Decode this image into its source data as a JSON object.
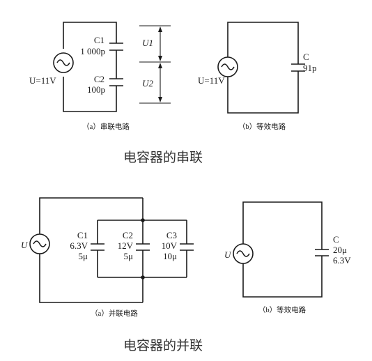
{
  "series_circuit": {
    "source": "U=11V",
    "c1_name": "C1",
    "c1_value": "1 000p",
    "c2_name": "C2",
    "c2_value": "100p",
    "u1": "U1",
    "u2": "U2",
    "caption_a": "（a）串联电路"
  },
  "series_equivalent": {
    "source": "U=11V",
    "c_name": "C",
    "c_value": "91p",
    "caption_b": "（b）等效电路"
  },
  "series_title": "电容器的串联",
  "parallel_circuit": {
    "source": "U",
    "c1_name": "C1",
    "c1_voltage": "6.3V",
    "c1_value": "5μ",
    "c2_name": "C2",
    "c2_voltage": "12V",
    "c2_value": "5μ",
    "c3_name": "C3",
    "c3_voltage": "10V",
    "c3_value": "10μ",
    "caption_a": "（a）并联电路"
  },
  "parallel_equivalent": {
    "source": "U",
    "c_name": "C",
    "c_value": "20μ",
    "c_voltage": "6.3V",
    "caption_b": "（b）等效电路"
  },
  "parallel_title": "电容器的并联"
}
